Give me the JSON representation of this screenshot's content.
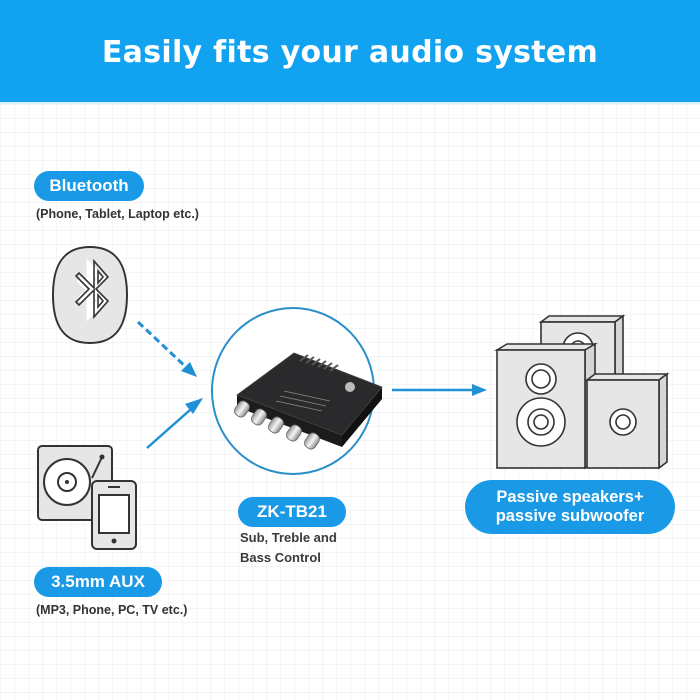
{
  "header": {
    "title": "Easily fits your audio system",
    "background_color": "#12a3f0"
  },
  "inputs": {
    "bluetooth": {
      "label": "Bluetooth",
      "note": "(Phone, Tablet, Laptop etc.)",
      "icon": "bluetooth-icon",
      "connection": "dashed-arrow"
    },
    "aux": {
      "label": "3.5mm AUX",
      "note": "(MP3, Phone, PC, TV etc.)",
      "icon": "cd-player-and-phone-icon",
      "connection": "solid-arrow"
    }
  },
  "device": {
    "model": "ZK-TB21",
    "description_line1": "Sub, Treble and",
    "description_line2": "Bass Control",
    "image": "amplifier-board-with-5-knobs"
  },
  "output": {
    "label_line1": "Passive speakers+",
    "label_line2": "passive subwoofer",
    "icon": "speakers-icon"
  },
  "colors": {
    "accent": "#1a9ae6",
    "arrow": "#1f8fd6",
    "circle_border": "#2a8fc9",
    "icon_fill": "#e6e6e6",
    "icon_stroke": "#333333"
  }
}
